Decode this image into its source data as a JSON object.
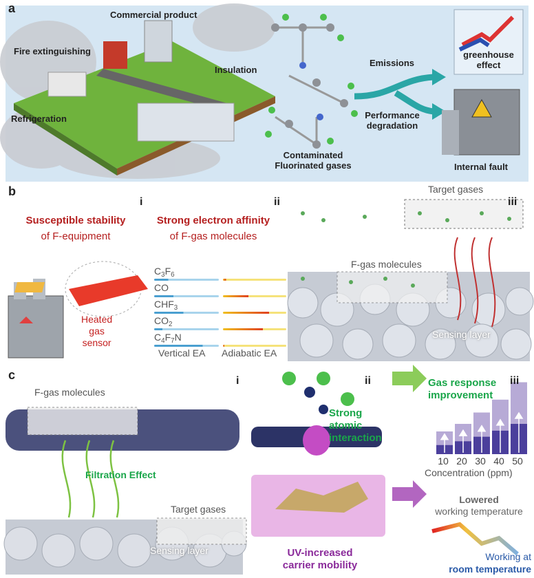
{
  "panel_a": {
    "letter": "a",
    "labels": {
      "commercial": "Commercial product",
      "fire": "Fire extinguishing",
      "insulation": "Insulation",
      "refrigeration": "Refrigeration",
      "contaminated_1": "Contaminated",
      "contaminated_2": "Fluorinated gases",
      "emissions": "Emissions",
      "performance_1": "Performance",
      "performance_2": "degradation",
      "greenhouse_1": "greenhouse",
      "greenhouse_2": "effect",
      "fault": "Internal fault"
    },
    "colors": {
      "background": "#d5e6f3",
      "arrow": "#2aa6a6"
    }
  },
  "panel_b": {
    "letter": "b",
    "roman_i": "i",
    "roman_ii": "ii",
    "roman_iii": "iii",
    "stability_1": "Susceptible stability",
    "stability_2": "of F-equipment",
    "affinity_1": "Strong electron affinity",
    "affinity_2": "of F-gas molecules",
    "sensor_1": "Heated",
    "sensor_2": "gas",
    "sensor_3": "sensor",
    "target_gases": "Target gases",
    "fgas": "F-gas molecules",
    "sensing": "Sensing layer",
    "ea_axis_vertical": "Vertical EA",
    "ea_axis_adiabatic": "Adiabatic EA",
    "molecules": [
      {
        "base": "C",
        "s1": "3",
        "mid": "F",
        "s2": "6",
        "end": "",
        "vertical": 0.22,
        "adiabatic": 0.05
      },
      {
        "base": "CO",
        "s1": "",
        "mid": "",
        "s2": "",
        "end": "",
        "vertical": 0.3,
        "adiabatic": 0.4
      },
      {
        "base": "CHF",
        "s1": "3",
        "mid": "",
        "s2": "",
        "end": "",
        "vertical": 0.45,
        "adiabatic": 0.73
      },
      {
        "base": "CO",
        "s1": "2",
        "mid": "",
        "s2": "",
        "end": "",
        "vertical": 0.13,
        "adiabatic": 0.63
      },
      {
        "base": "C",
        "s1": "4",
        "mid": "F",
        "s2": "7",
        "end": "N",
        "vertical": 0.75,
        "adiabatic": 0.02
      }
    ]
  },
  "panel_c": {
    "letter": "c",
    "roman_i": "i",
    "roman_ii": "ii",
    "roman_iii": "iii",
    "fgas": "F-gas molecules",
    "filtration": "Filtration Effect",
    "target_gases": "Target gases",
    "sensing": "Sensing layer",
    "atomic_1": "Strong",
    "atomic_2": "atomic",
    "atomic_3": "interaction",
    "uv_1": "UV-increased",
    "uv_2": "carrier mobility",
    "response_1": "Gas response",
    "response_2": "improvement",
    "lowered_1": "Lowered",
    "lowered_2": "working temperature",
    "room_1": "Working at",
    "room_2": "room temperature",
    "chart": {
      "xlabel": "Concentration (ppm)",
      "categories": [
        "10",
        "20",
        "30",
        "40",
        "50"
      ],
      "improved": [
        0.3,
        0.4,
        0.55,
        0.72,
        0.95
      ],
      "baseline": [
        0.12,
        0.17,
        0.23,
        0.31,
        0.4
      ]
    }
  }
}
